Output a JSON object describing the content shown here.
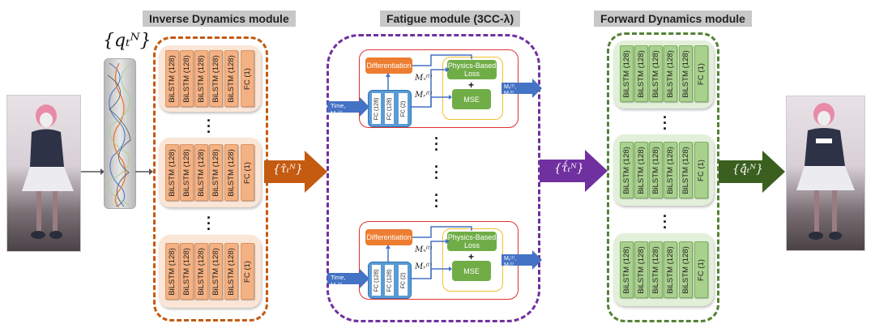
{
  "figure": {
    "modules": {
      "inverse": {
        "title": "Inverse Dynamics module",
        "color": "#c55a11"
      },
      "fatigue": {
        "title": "Fatigue module (3CC-λ)",
        "color": "#7030a0"
      },
      "forward": {
        "title": "Forward Dynamics module",
        "color": "#548235"
      }
    },
    "input_label": "{qₜᴺ}",
    "arrow_labels": {
      "tau_hat": "{τ̂ₜᴺ}",
      "tau_hat_fatigued": "{τ̂́ₜᴺ}",
      "q_hat": "{q̂́ₜᴺ}"
    },
    "layer_stack": [
      "BiLSTM (128)",
      "BiLSTM (128)",
      "BiLSTM (128)",
      "BiLSTM (128)",
      "BiLSTM (128)",
      "FC (1)"
    ],
    "fatigue_block": {
      "differentiation": "Differentiation",
      "physics_loss": "Physics-Based Loss",
      "plus": "+",
      "mse": "MSE",
      "fc_layers": [
        "FC (128)",
        "FC (128)",
        "FC (2)"
      ],
      "fc_ellipsis": "···",
      "input_label": "Time, Mₐ⁽ᵗ⁾",
      "mf_label": "Mₓ⁽ᵗ⁾",
      "mr_label": "Mᵣ⁽ᵗ⁾",
      "output_label": "Mₓ⁽ᵗ⁾, Mᵣ⁽ᵗ⁾"
    },
    "ellipsis": "⋮",
    "images": {
      "input": "input character pose",
      "output": "reconstructed character pose"
    }
  }
}
